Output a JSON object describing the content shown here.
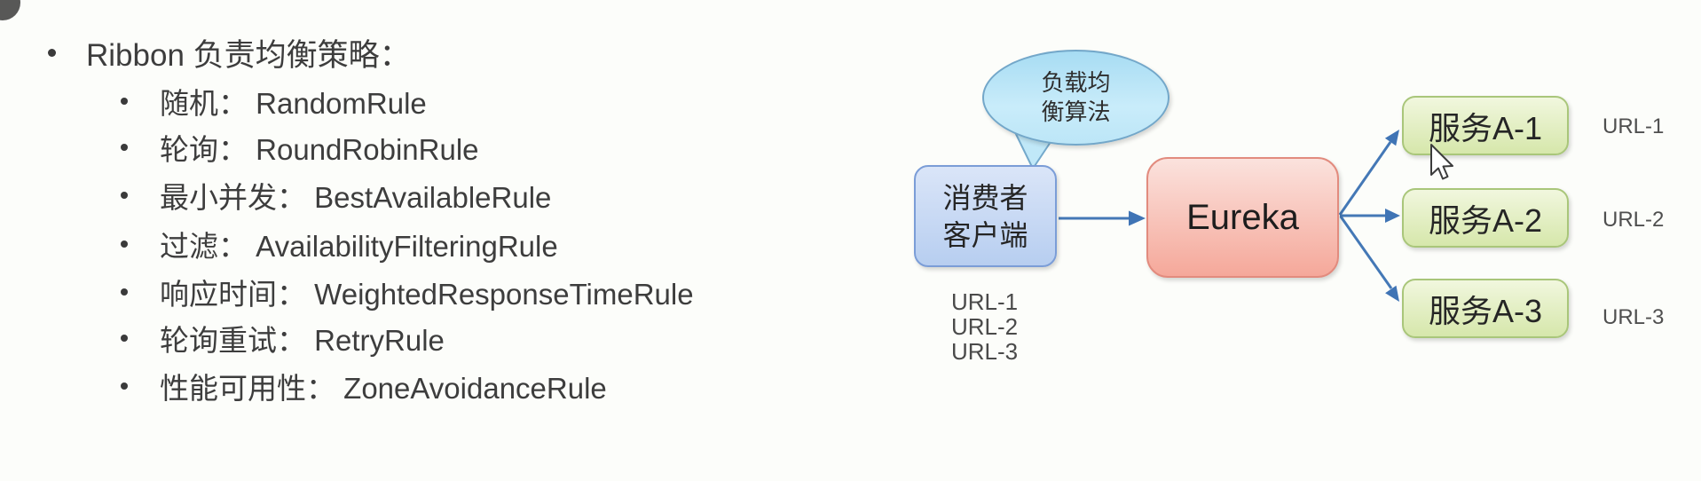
{
  "slide": {
    "list": {
      "title": "Ribbon 负责均衡策略：",
      "items": [
        "随机： RandomRule",
        "轮询： RoundRobinRule",
        "最小并发： BestAvailableRule",
        "过滤： AvailabilityFilteringRule",
        "响应时间： WeightedResponseTimeRule",
        "轮询重试： RetryRule",
        "性能可用性： ZoneAvoidanceRule"
      ]
    },
    "diagram": {
      "callout": {
        "line1": "负载均",
        "line2": "衡算法"
      },
      "consumer": {
        "line1": "消费者",
        "line2": "客户端"
      },
      "registry": {
        "label": "Eureka"
      },
      "services": [
        {
          "label": "服务A-1",
          "url_label": "URL-1"
        },
        {
          "label": "服务A-2",
          "url_label": "URL-2"
        },
        {
          "label": "服务A-3",
          "url_label": "URL-3"
        }
      ],
      "consumer_urls": [
        "URL-1",
        "URL-2",
        "URL-3"
      ],
      "colors": {
        "callout_fill": "#c9ecfa",
        "callout_border": "#73a7c9",
        "consumer_fill": "#b7cef0",
        "consumer_border": "#7b9dd7",
        "registry_fill": "#f5a89a",
        "registry_border": "#e28b7e",
        "service_fill": "#d6e7ab",
        "service_border": "#a9c67a",
        "arrow": "#4478b6",
        "text": "#3d3d3d"
      }
    }
  }
}
